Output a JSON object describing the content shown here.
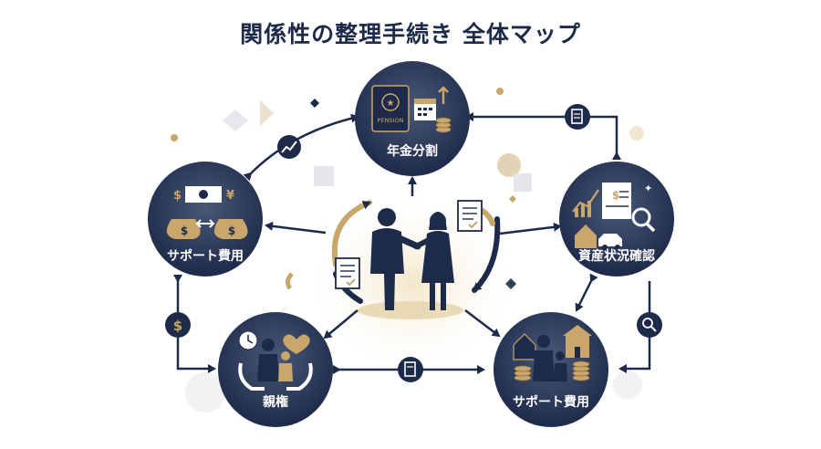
{
  "title": "関係性の整理手続き 全体マップ",
  "nodes": {
    "pension": {
      "label": "年金分割",
      "badge": "PENSION"
    },
    "assets": {
      "label": "資産状況確認"
    },
    "support_top": {
      "label": "サポート費用"
    },
    "custody": {
      "label": "親権"
    },
    "support_bottom": {
      "label": "サポート費用"
    }
  },
  "colors": {
    "navy": "#1d2a4a",
    "gold": "#c9a66b",
    "light_gold": "#e8d5b0",
    "white": "#ffffff"
  },
  "icons": [
    "passport-icon",
    "calendar-icon",
    "coins-icon",
    "document-icon",
    "chart-icon",
    "money-bag-icon",
    "house-icon",
    "car-icon",
    "magnifier-icon",
    "clock-icon",
    "heart-icon",
    "family-icon",
    "school-icon",
    "couple-icon"
  ]
}
